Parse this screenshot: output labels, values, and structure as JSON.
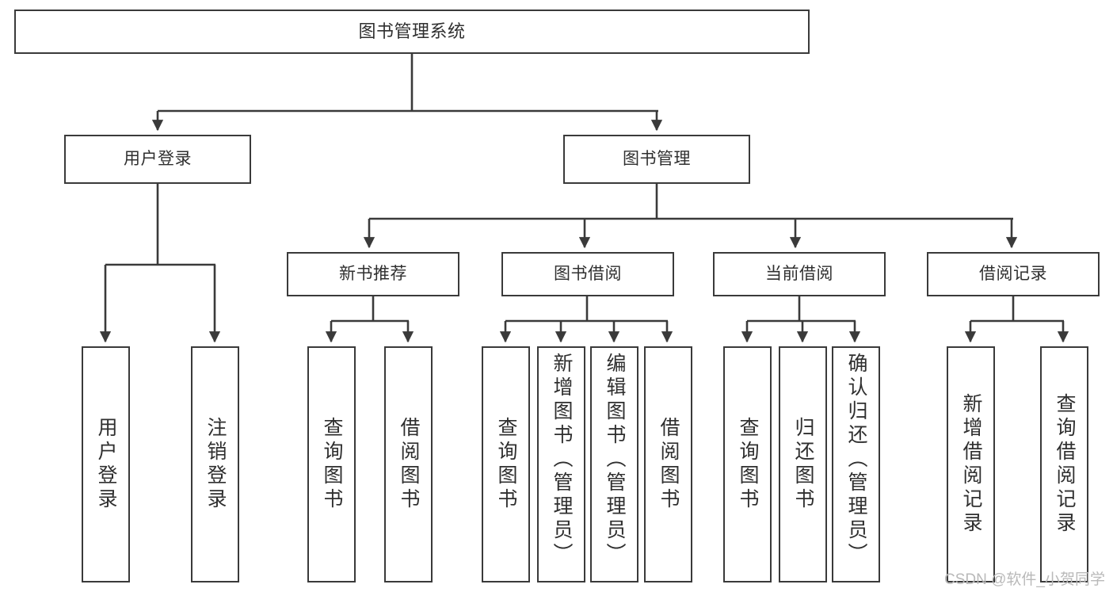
{
  "diagram": {
    "type": "tree",
    "title": "图书管理系统",
    "orientation": "top-down",
    "colors": {
      "node_border": "#3a3a3a",
      "node_fill": "#ffffff",
      "edge": "#3a3a3a",
      "text": "#2f2f2f",
      "background": "#ffffff",
      "watermark": "#b9b9b9"
    }
  },
  "root": {
    "label": "图书管理系统"
  },
  "level2": [
    {
      "label": "用户登录"
    },
    {
      "label": "图书管理"
    }
  ],
  "level3": [
    {
      "label": "新书推荐"
    },
    {
      "label": "图书借阅"
    },
    {
      "label": "当前借阅"
    },
    {
      "label": "借阅记录"
    }
  ],
  "leaves": {
    "user_login": [
      {
        "label": "用户登录"
      },
      {
        "label": "注销登录"
      }
    ],
    "new_book": [
      {
        "label": "查询图书"
      },
      {
        "label": "借阅图书"
      }
    ],
    "book_borrow": [
      {
        "label": "查询图书"
      },
      {
        "label": "新增图书（管理员）"
      },
      {
        "label": "编辑图书（管理员）"
      },
      {
        "label": "借阅图书"
      }
    ],
    "current_borrow": [
      {
        "label": "查询图书"
      },
      {
        "label": "归还图书"
      },
      {
        "label": "确认归还（管理员）"
      }
    ],
    "borrow_record": [
      {
        "label": "新增借阅记录"
      },
      {
        "label": "查询借阅记录"
      }
    ]
  },
  "watermark": {
    "text": "CSDN @软件_小贺同学"
  }
}
